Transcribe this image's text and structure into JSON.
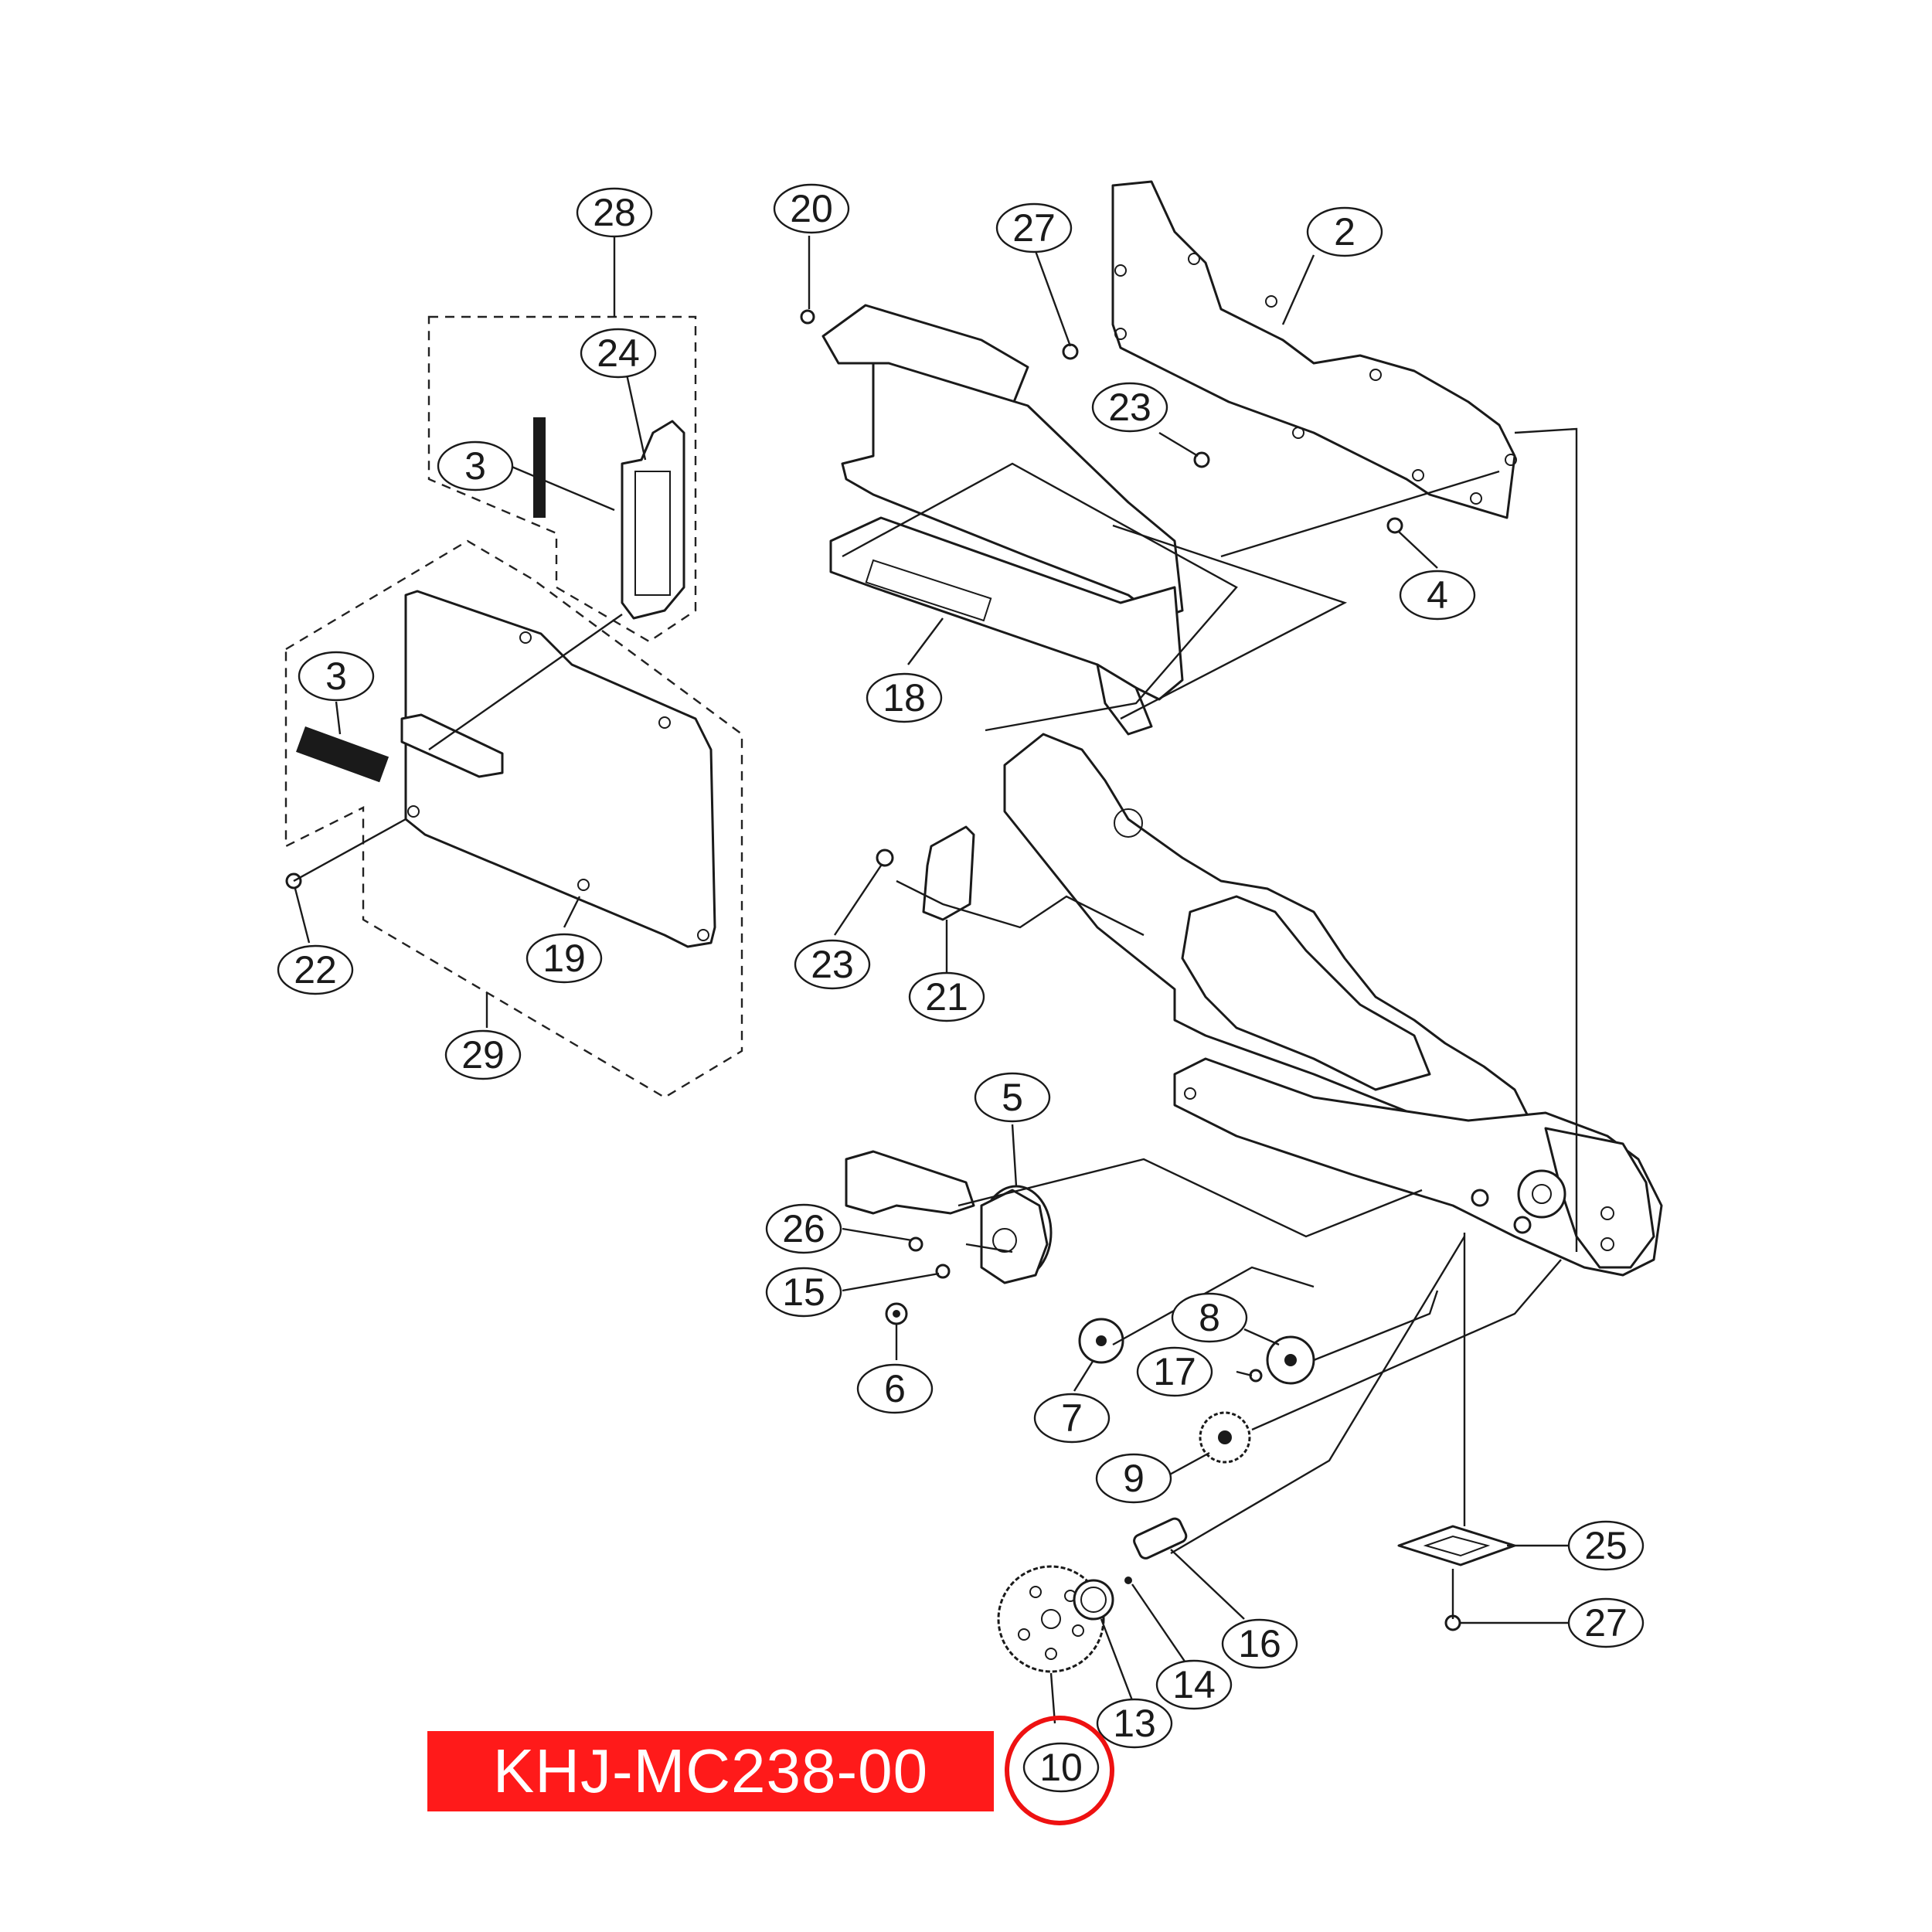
{
  "part_number": "KHJ-MC238-00",
  "highlighted_callout": "10",
  "colors": {
    "label_background": "#ff1a1a",
    "label_text": "#ffffff",
    "highlight_ring": "#ee1111",
    "linework": "#1a1a1a"
  },
  "callouts": {
    "c28": "28",
    "c20": "20",
    "c27_top": "27",
    "c2": "2",
    "c24": "24",
    "c3_upper": "3",
    "c23_upper": "23",
    "c4": "4",
    "c3_lower": "3",
    "c18": "18",
    "c22": "22",
    "c19": "19",
    "c29": "29",
    "c23_lower": "23",
    "c21": "21",
    "c5": "5",
    "c26": "26",
    "c15": "15",
    "c6": "6",
    "c8": "8",
    "c17": "17",
    "c7": "7",
    "c9": "9",
    "c25": "25",
    "c27_bottom": "27",
    "c16": "16",
    "c14": "14",
    "c13": "13",
    "c10": "10"
  }
}
